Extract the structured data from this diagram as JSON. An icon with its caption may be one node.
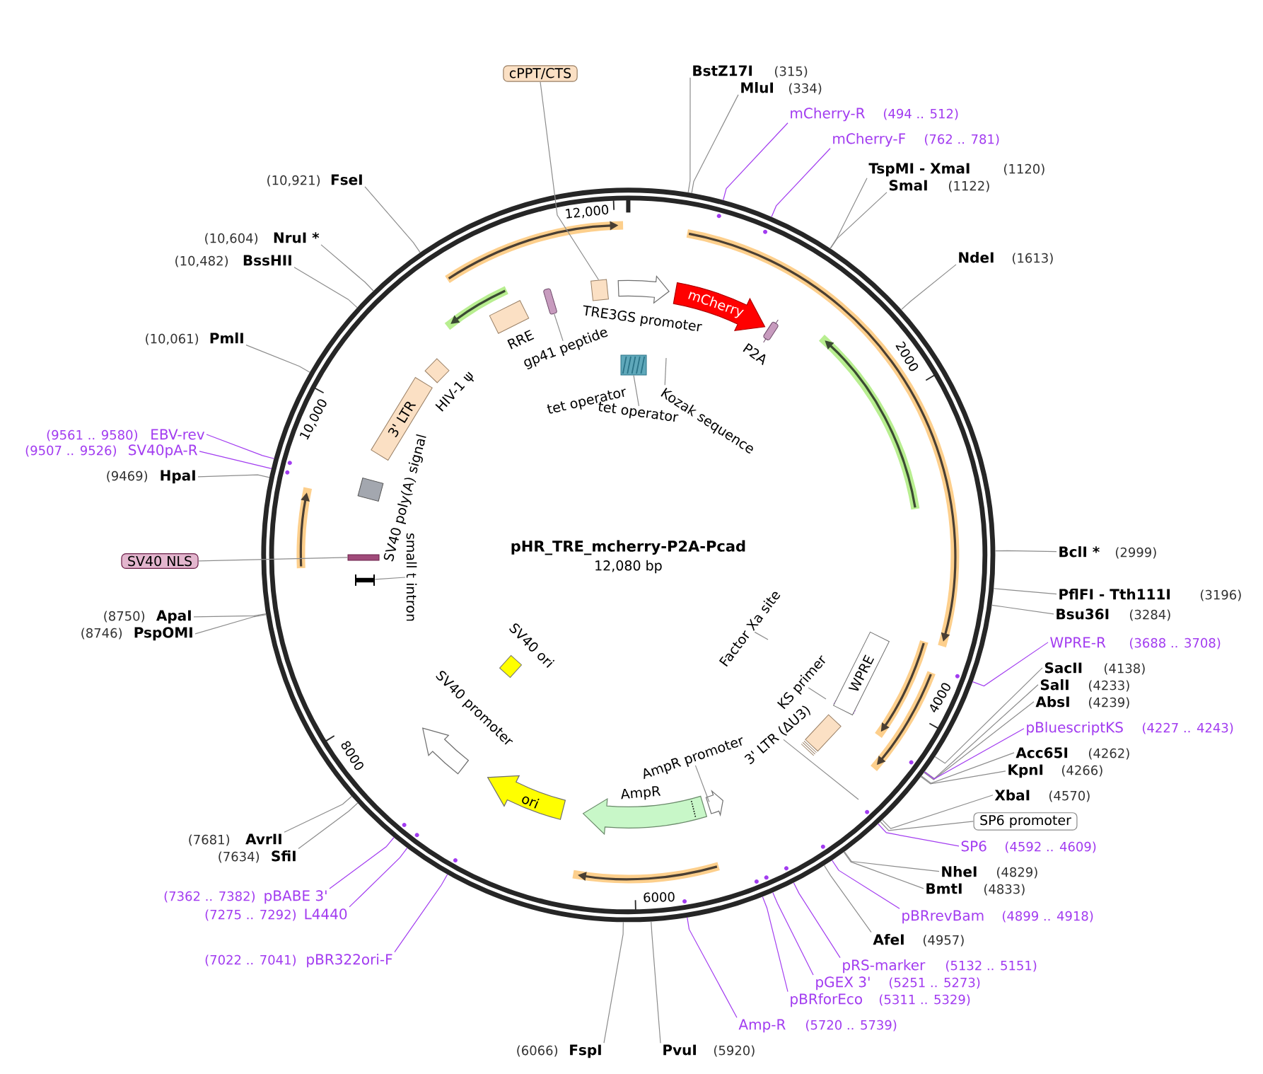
{
  "diagram": {
    "title": "pHR_TRE_mcherry-P2A-Pcad",
    "nodes": [
      {
        "text": [
          "cPPT/CTS"
        ]
      },
      {
        "text": [
          "BstZ17I",
          "(315)"
        ]
      },
      {
        "text": [
          "MluI",
          "(334)"
        ]
      },
      {
        "text": [
          "mCherry-R",
          "(494 .. 512)"
        ]
      },
      {
        "text": [
          "mCherry-F",
          "(762 .. 781)"
        ]
      },
      {
        "text": [
          "TspMI - XmaI",
          "(1120)"
        ]
      },
      {
        "text": [
          "SmaI",
          "(1122)"
        ]
      },
      {
        "text": [
          "NdeI",
          "(1613)"
        ]
      },
      {
        "text": [
          "BclI *",
          "(2999)"
        ]
      },
      {
        "text": [
          "PflFI - Tth111I",
          "(3196)"
        ]
      },
      {
        "text": [
          "Bsu36I",
          "(3284)"
        ]
      },
      {
        "text": [
          "WPRE-R",
          "(3688 .. 3708)"
        ]
      },
      {
        "text": [
          "SacII",
          "(4138)"
        ]
      },
      {
        "text": [
          "SalI",
          "(4233)"
        ]
      },
      {
        "text": [
          "AbsI",
          "(4239)"
        ]
      },
      {
        "text": [
          "pBluescriptKS",
          "(4227 .. 4243)"
        ]
      },
      {
        "text": [
          "Acc65I",
          "(4262)"
        ]
      },
      {
        "text": [
          "KpnI",
          "(4266)"
        ]
      },
      {
        "text": [
          "XbaI",
          "(4570)"
        ]
      },
      {
        "text": [
          "SP6 promoter"
        ]
      },
      {
        "text": [
          "SP6",
          "(4592 .. 4609)"
        ]
      },
      {
        "text": [
          "NheI",
          "(4829)"
        ]
      },
      {
        "text": [
          "BmtI",
          "(4833)"
        ]
      },
      {
        "text": [
          "pBRrevBam",
          "(4899 .. 4918)"
        ]
      },
      {
        "text": [
          "AfeI",
          "(4957)"
        ]
      },
      {
        "text": [
          "pRS-marker",
          "(5132 .. 5151)"
        ]
      },
      {
        "text": [
          "pGEX 3'",
          "(5251 .. 5273)"
        ]
      },
      {
        "text": [
          "pBRforEco",
          "(5311 .. 5329)"
        ]
      },
      {
        "text": [
          "Amp-R",
          "(5720 .. 5739)"
        ]
      },
      {
        "text": [
          "PvuI",
          "(5920)"
        ]
      },
      {
        "text": [
          "(6066)",
          "FspI"
        ]
      },
      {
        "text": [
          "(7022 .. 7041)",
          "pBR322ori-F"
        ]
      },
      {
        "text": [
          "(7275 .. 7292)",
          "L4440"
        ]
      },
      {
        "text": [
          "(7362 .. 7382)",
          "pBABE 3'"
        ]
      },
      {
        "text": [
          "(7634)",
          "SfiI"
        ]
      },
      {
        "text": [
          "(7681)",
          "AvrII"
        ]
      },
      {
        "text": [
          "(8746)",
          "PspOMI"
        ]
      },
      {
        "text": [
          "(8750)",
          "ApaI"
        ]
      },
      {
        "text": [
          "SV40 NLS"
        ]
      },
      {
        "text": [
          "(9469)",
          "HpaI"
        ]
      },
      {
        "text": [
          "(9507 .. 9526)",
          "SV40pA-R"
        ]
      },
      {
        "text": [
          "(9561 .. 9580)",
          "EBV-rev"
        ]
      },
      {
        "text": [
          "(10,061)",
          "PmlI"
        ]
      },
      {
        "text": [
          "(10,482)",
          "BssHII"
        ]
      },
      {
        "text": [
          "(10,604)",
          "NruI *"
        ]
      },
      {
        "text": [
          "(10,921)",
          "FseI"
        ]
      },
      {
        "text": [],
        "shape": "box"
      },
      {
        "text": [
          "TRE3GS promoter"
        ]
      },
      {
        "text": [
          "mCherry"
        ]
      },
      {
        "text": [
          "P2A"
        ]
      },
      {
        "text": [
          "tet operator"
        ]
      },
      {
        "text": [
          "tet operator"
        ]
      },
      {
        "text": [
          "Kozak sequence"
        ]
      },
      {
        "text": [
          "WPRE"
        ]
      },
      {
        "text": [
          "KS primer"
        ]
      },
      {
        "text": [
          "Factor Xa site"
        ]
      },
      {
        "text": [
          "3' LTR (ΔU3)"
        ]
      },
      {
        "text": [
          "AmpR promoter"
        ]
      },
      {
        "text": [],
        "shape": "arrow"
      },
      {
        "text": [
          "AmpR"
        ]
      },
      {
        "text": [
          "ori"
        ]
      },
      {
        "text": [
          "SV40 promoter"
        ]
      },
      {
        "text": [
          "SV40 ori"
        ]
      },
      {
        "text": [
          "small t intron"
        ]
      },
      {
        "text": [],
        "shape": "bar"
      },
      {
        "text": [],
        "shape": "bar"
      },
      {
        "text": [
          "SV40 poly(A) signal"
        ]
      },
      {
        "text": [
          "3' LTR"
        ]
      },
      {
        "text": [
          "HIV-1 ψ"
        ]
      },
      {
        "text": [
          "RRE"
        ]
      },
      {
        "text": [
          "gp41 peptide"
        ]
      },
      {
        "text": [],
        "shape": "bar"
      }
    ],
    "edges": [
      {
        "from": 0,
        "to": 46,
        "arrow": "none"
      },
      {
        "from": 1,
        "to": null,
        "arrow": "none"
      },
      {
        "from": 2,
        "to": null,
        "arrow": "none"
      },
      {
        "from": 3,
        "to": null,
        "arrow": "none",
        "color": "#a23cf0"
      },
      {
        "from": 4,
        "to": null,
        "arrow": "none",
        "color": "#a23cf0"
      },
      {
        "from": 5,
        "to": null,
        "arrow": "none"
      },
      {
        "from": 6,
        "to": null,
        "arrow": "none"
      },
      {
        "from": 7,
        "to": null,
        "arrow": "none"
      },
      {
        "from": 8,
        "to": null,
        "arrow": "none"
      },
      {
        "from": 9,
        "to": null,
        "arrow": "none"
      },
      {
        "from": 10,
        "to": null,
        "arrow": "none"
      },
      {
        "from": 11,
        "to": null,
        "arrow": "none",
        "color": "#a23cf0"
      },
      {
        "from": 12,
        "to": null,
        "arrow": "none"
      },
      {
        "from": 13,
        "to": null,
        "arrow": "none"
      },
      {
        "from": 14,
        "to": null,
        "arrow": "none"
      },
      {
        "from": 15,
        "to": null,
        "arrow": "none",
        "color": "#a23cf0"
      },
      {
        "from": 16,
        "to": null,
        "arrow": "none"
      },
      {
        "from": 17,
        "to": null,
        "arrow": "none"
      },
      {
        "from": 18,
        "to": null,
        "arrow": "none"
      },
      {
        "from": 19,
        "to": null,
        "arrow": "none"
      },
      {
        "from": 20,
        "to": null,
        "arrow": "none",
        "color": "#a23cf0"
      },
      {
        "from": 21,
        "to": null,
        "arrow": "none"
      },
      {
        "from": 22,
        "to": null,
        "arrow": "none"
      },
      {
        "from": 23,
        "to": null,
        "arrow": "none",
        "color": "#a23cf0"
      },
      {
        "from": 24,
        "to": null,
        "arrow": "none"
      },
      {
        "from": 25,
        "to": null,
        "arrow": "none",
        "color": "#a23cf0"
      },
      {
        "from": 26,
        "to": null,
        "arrow": "none",
        "color": "#a23cf0"
      },
      {
        "from": 27,
        "to": null,
        "arrow": "none",
        "color": "#a23cf0"
      },
      {
        "from": 28,
        "to": null,
        "arrow": "none",
        "color": "#a23cf0"
      },
      {
        "from": 29,
        "to": null,
        "arrow": "none"
      },
      {
        "from": 30,
        "to": null,
        "arrow": "none"
      },
      {
        "from": 31,
        "to": null,
        "arrow": "none",
        "color": "#a23cf0"
      },
      {
        "from": 32,
        "to": null,
        "arrow": "none",
        "color": "#a23cf0"
      },
      {
        "from": 33,
        "to": null,
        "arrow": "none",
        "color": "#a23cf0"
      },
      {
        "from": 34,
        "to": null,
        "arrow": "none"
      },
      {
        "from": 35,
        "to": null,
        "arrow": "none"
      },
      {
        "from": 36,
        "to": null,
        "arrow": "none"
      },
      {
        "from": 37,
        "to": null,
        "arrow": "none"
      },
      {
        "from": 38,
        "to": 65,
        "arrow": "none"
      },
      {
        "from": 39,
        "to": null,
        "arrow": "none"
      },
      {
        "from": 40,
        "to": null,
        "arrow": "none",
        "color": "#a23cf0"
      },
      {
        "from": 41,
        "to": null,
        "arrow": "none",
        "color": "#a23cf0"
      },
      {
        "from": 42,
        "to": null,
        "arrow": "none"
      },
      {
        "from": 43,
        "to": null,
        "arrow": "none"
      },
      {
        "from": 44,
        "to": null,
        "arrow": "none"
      },
      {
        "from": 45,
        "to": null,
        "arrow": "none"
      },
      {
        "from": 51,
        "to": 50,
        "arrow": "none"
      },
      {
        "from": 52,
        "to": null,
        "arrow": "none"
      },
      {
        "from": 54,
        "to": null,
        "arrow": "none"
      },
      {
        "from": 55,
        "to": null,
        "arrow": "none"
      },
      {
        "from": 56,
        "to": null,
        "arrow": "none"
      },
      {
        "from": 57,
        "to": 58,
        "arrow": "none"
      },
      {
        "from": 63,
        "to": 64,
        "arrow": "none"
      },
      {
        "from": 70,
        "to": 71,
        "arrow": "none"
      }
    ],
    "labels": [
      "12,080 bp",
      "12,000",
      "2000",
      "4000",
      "6000",
      "8000",
      "10,000"
    ]
  }
}
